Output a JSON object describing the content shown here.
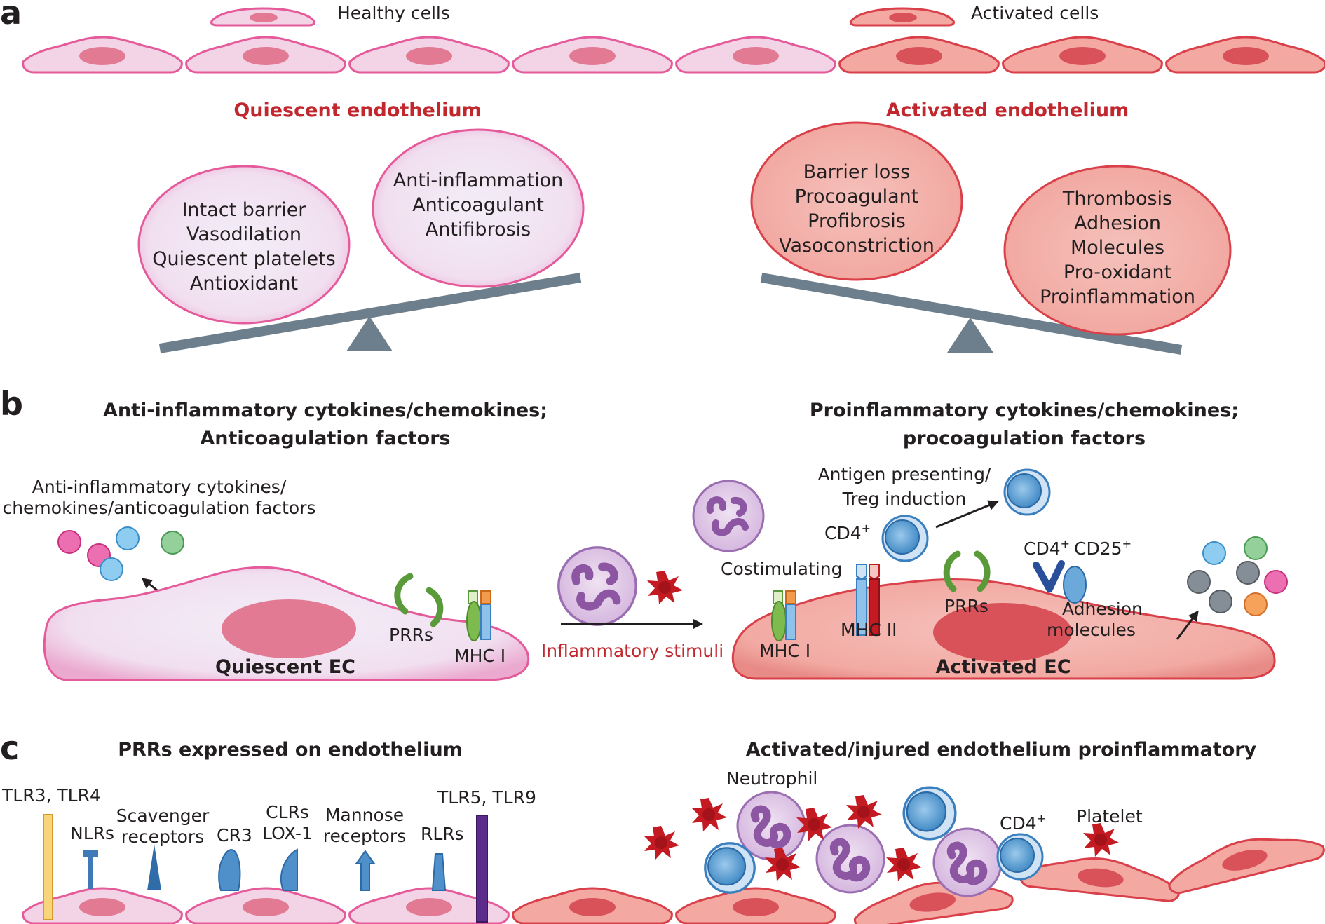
{
  "panel_a": {
    "letter": "a",
    "legend_healthy": "Healthy cells",
    "legend_activated": "Activated cells",
    "quiescent_title": "Quiescent endothelium",
    "activated_title": "Activated endothelium",
    "q_left": [
      "Intact barrier",
      "Vasodilation",
      "Quiescent platelets",
      "Antioxidant"
    ],
    "q_right": [
      "Anti-inflammation",
      "Anticoagulant",
      "Antifibrosis"
    ],
    "a_left": [
      "Barrier loss",
      "Procoagulant",
      "Profibrosis",
      "Vasoconstriction"
    ],
    "a_right": [
      "Thrombosis",
      "Adhesion",
      "Molecules",
      "Pro-oxidant",
      "Proinflammation"
    ]
  },
  "panel_b": {
    "letter": "b",
    "left_title_1": "Anti-inflammatory cytokines/chemokines;",
    "left_title_2": "Anticoagulation factors",
    "right_title_1": "Proinflammatory cytokines/chemokines;",
    "right_title_2": "procoagulation factors",
    "factors_1": "Anti-inflammatory cytokines/",
    "factors_2": "chemokines/anticoagulation factors",
    "prrs": "PRRs",
    "mhc1": "MHC I",
    "quiescent_ec": "Quiescent EC",
    "stimuli": "Inflammatory stimuli",
    "antigen_1": "Antigen presenting/",
    "antigen_2": "Treg induction",
    "cd4": "CD4",
    "cd25": "CD25",
    "sup_plus": "+",
    "costim": "Costimulating",
    "mhc2": "MHC II",
    "prrs_act": "PRRs",
    "mhc1_act": "MHC I",
    "adhesion_1": "Adhesion",
    "adhesion_2": "molecules",
    "activated_ec": "Activated EC"
  },
  "panel_c": {
    "letter": "c",
    "left_title": "PRRs expressed on endothelium",
    "right_title": "Activated/injured endothelium proinflammatory",
    "tlr34": "TLR3, TLR4",
    "nlrs": "NLRs",
    "scav_1": "Scavenger",
    "scav_2": "receptors",
    "cr3": "CR3",
    "clrs_1": "CLRs",
    "clrs_2": "LOX-1",
    "mann_1": "Mannose",
    "mann_2": "receptors",
    "rlrs": "RLRs",
    "tlr59": "TLR5, TLR9",
    "neutrophil": "Neutrophil",
    "cd4": "CD4",
    "sup_plus": "+",
    "platelet": "Platelet"
  },
  "colors": {
    "healthy_fill": "#f2d4e6",
    "healthy_stroke": "#e55a9a",
    "healthy_nucleus": "#e27a93",
    "activated_fill": "#f3a9a2",
    "activated_stroke": "#d9404a",
    "activated_nucleus": "#d9525a",
    "title_red": "#c1272d",
    "beam": "#6d7f8c",
    "tcell": "#5da4d6",
    "neutrophil": "#b07cc0",
    "platelet": "#c41b23"
  }
}
